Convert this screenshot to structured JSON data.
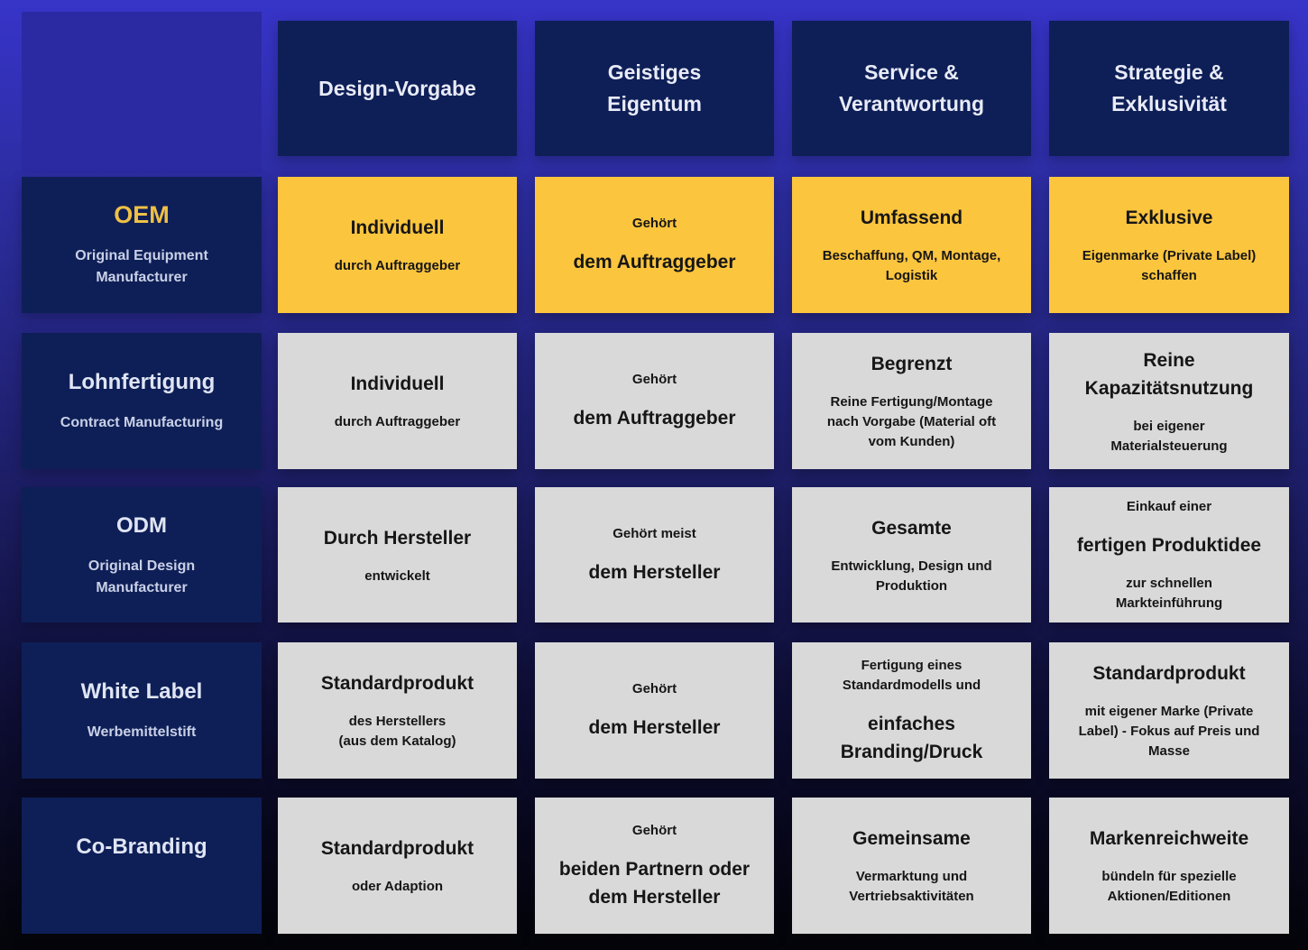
{
  "colors": {
    "accent_yellow": "#fcc53e",
    "panel_navy": "#0e1f57",
    "cell_gray": "#d9d9d9",
    "title_yellow": "#efc045",
    "corner_indigo": "#2b2aa2",
    "background_top": "#3734c9",
    "background_bottom": "#040409"
  },
  "columns": [
    {
      "lines": [
        "Design-Vorgabe"
      ]
    },
    {
      "lines": [
        "Geistiges",
        "Eigentum"
      ]
    },
    {
      "lines": [
        "Service &",
        "Verantwortung"
      ]
    },
    {
      "lines": [
        "Strategie &",
        "Exklusivität"
      ]
    }
  ],
  "rows": [
    {
      "title": "OEM",
      "subtitle": "Original Equipment\nManufacturer",
      "highlight": true,
      "title_accent": true,
      "cells": [
        {
          "blocks": [
            {
              "size": "lg",
              "text": "Individuell"
            },
            {
              "size": "sm",
              "text": "durch Auftraggeber"
            }
          ]
        },
        {
          "blocks": [
            {
              "size": "sm",
              "text": "Gehört"
            },
            {
              "size": "lg",
              "text": "dem Auftraggeber"
            }
          ]
        },
        {
          "blocks": [
            {
              "size": "lg",
              "text": "Umfassend"
            },
            {
              "size": "sm",
              "text": "Beschaffung, QM, Montage,\nLogistik"
            }
          ]
        },
        {
          "blocks": [
            {
              "size": "lg",
              "text": "Exklusive"
            },
            {
              "size": "sm",
              "text": "Eigenmarke (Private Label)\nschaffen"
            }
          ]
        }
      ]
    },
    {
      "title": "Lohnfertigung",
      "subtitle": "Contract Manufacturing",
      "highlight": false,
      "title_accent": false,
      "cells": [
        {
          "blocks": [
            {
              "size": "lg",
              "text": "Individuell"
            },
            {
              "size": "sm",
              "text": "durch Auftraggeber"
            }
          ]
        },
        {
          "blocks": [
            {
              "size": "sm",
              "text": "Gehört"
            },
            {
              "size": "lg",
              "text": "dem Auftraggeber"
            }
          ]
        },
        {
          "blocks": [
            {
              "size": "lg",
              "text": "Begrenzt"
            },
            {
              "size": "sm",
              "text": "Reine Fertigung/Montage\nnach Vorgabe (Material oft\nvom Kunden)"
            }
          ]
        },
        {
          "blocks": [
            {
              "size": "lg",
              "text": "Reine\nKapazitätsnutzung"
            },
            {
              "size": "sm",
              "text": "bei eigener\nMaterialsteuerung"
            }
          ]
        }
      ]
    },
    {
      "title": "ODM",
      "subtitle": "Original Design\nManufacturer",
      "highlight": false,
      "title_accent": false,
      "cells": [
        {
          "blocks": [
            {
              "size": "lg",
              "text": "Durch Hersteller"
            },
            {
              "size": "sm",
              "text": "entwickelt"
            }
          ]
        },
        {
          "blocks": [
            {
              "size": "sm",
              "text": "Gehört meist"
            },
            {
              "size": "lg",
              "text": "dem Hersteller"
            }
          ]
        },
        {
          "blocks": [
            {
              "size": "lg",
              "text": "Gesamte"
            },
            {
              "size": "sm",
              "text": "Entwicklung, Design und\nProduktion"
            }
          ]
        },
        {
          "blocks": [
            {
              "size": "sm",
              "text": "Einkauf einer"
            },
            {
              "size": "lg",
              "text": "fertigen Produktidee"
            },
            {
              "size": "sm",
              "text": "zur schnellen\nMarkteinführung"
            }
          ]
        }
      ]
    },
    {
      "title": "White Label",
      "subtitle": "Werbemittelstift",
      "highlight": false,
      "title_accent": false,
      "cells": [
        {
          "blocks": [
            {
              "size": "lg",
              "text": "Standardprodukt"
            },
            {
              "size": "sm",
              "text": "des Herstellers\n(aus dem Katalog)"
            }
          ]
        },
        {
          "blocks": [
            {
              "size": "sm",
              "text": "Gehört"
            },
            {
              "size": "lg",
              "text": "dem Hersteller"
            }
          ]
        },
        {
          "blocks": [
            {
              "size": "sm",
              "text": "Fertigung eines\nStandardmodells und"
            },
            {
              "size": "lg",
              "text": "einfaches\nBranding/Druck"
            }
          ]
        },
        {
          "blocks": [
            {
              "size": "lg",
              "text": "Standardprodukt"
            },
            {
              "size": "sm",
              "text": "mit eigener Marke (Private\nLabel) - Fokus auf Preis und\nMasse"
            }
          ]
        }
      ]
    },
    {
      "title": "Co-Branding",
      "subtitle": "",
      "highlight": false,
      "title_accent": false,
      "cells": [
        {
          "blocks": [
            {
              "size": "lg",
              "text": "Standardprodukt"
            },
            {
              "size": "sm",
              "text": "oder Adaption"
            }
          ]
        },
        {
          "blocks": [
            {
              "size": "sm",
              "text": "Gehört"
            },
            {
              "size": "lg",
              "text": "beiden Partnern oder\ndem Hersteller"
            }
          ]
        },
        {
          "blocks": [
            {
              "size": "lg",
              "text": "Gemeinsame"
            },
            {
              "size": "sm",
              "text": "Vermarktung und\nVertriebsaktivitäten"
            }
          ]
        },
        {
          "blocks": [
            {
              "size": "lg",
              "text": "Markenreichweite"
            },
            {
              "size": "sm",
              "text": "bündeln für spezielle\nAktionen/Editionen"
            }
          ]
        }
      ]
    }
  ]
}
